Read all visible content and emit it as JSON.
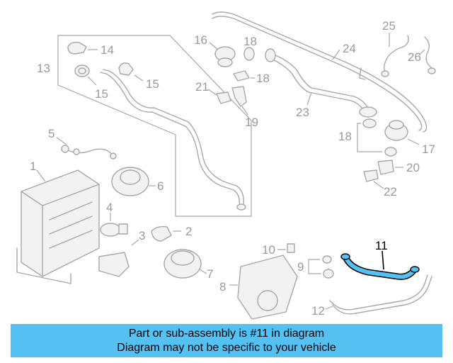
{
  "diagram": {
    "highlight_color": "#55c1f3",
    "part_color": "#a8a8a8",
    "label_color": "#9a9a9a",
    "callouts": {
      "n1": "1",
      "n2": "2",
      "n3": "3",
      "n4": "4",
      "n5": "5",
      "n6": "6",
      "n7": "7",
      "n8": "8",
      "n9": "9",
      "n10": "10",
      "n11": "11",
      "n12": "12",
      "n13": "13",
      "n14": "14",
      "n15a": "15",
      "n15b": "15",
      "n16": "16",
      "n17": "17",
      "n18a": "18",
      "n18b": "18",
      "n18c": "18",
      "n19": "19",
      "n20": "20",
      "n21": "21",
      "n22": "22",
      "n23": "23",
      "n24": "24",
      "n25": "25",
      "n26": "26"
    }
  },
  "banner": {
    "background": "#55c1f3",
    "line1": "Part or sub-assembly is #11 in diagram",
    "line2": "Diagram may not be specific to your vehicle"
  }
}
